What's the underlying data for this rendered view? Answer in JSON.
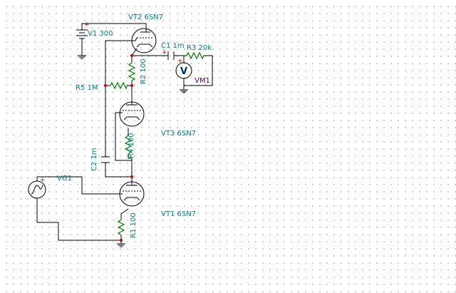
{
  "components": {
    "v1": {
      "label": "V1 300"
    },
    "vt2": {
      "label": "VT2 6SN7"
    },
    "c1": {
      "label": "C1 1m"
    },
    "r3": {
      "label": "R3 20k"
    },
    "r2": {
      "label": "R2 100"
    },
    "vm1": {
      "label": "VM1",
      "symbol": "V"
    },
    "r5": {
      "label": "R5 1M"
    },
    "vt3": {
      "label": "VT3 6SN7"
    },
    "r4": {
      "label": "R4 100"
    },
    "c2": {
      "label": "C2 1m"
    },
    "vg1": {
      "label": "VG1"
    },
    "vt1": {
      "label": "VT1 6SN7"
    },
    "r1": {
      "label": "R1 100"
    }
  },
  "polarity_mark": "+",
  "colors": {
    "wire": "#000000",
    "resistor": "#007a00",
    "label": "#008080",
    "meter_label": "#550055",
    "node": "#cc0000"
  }
}
